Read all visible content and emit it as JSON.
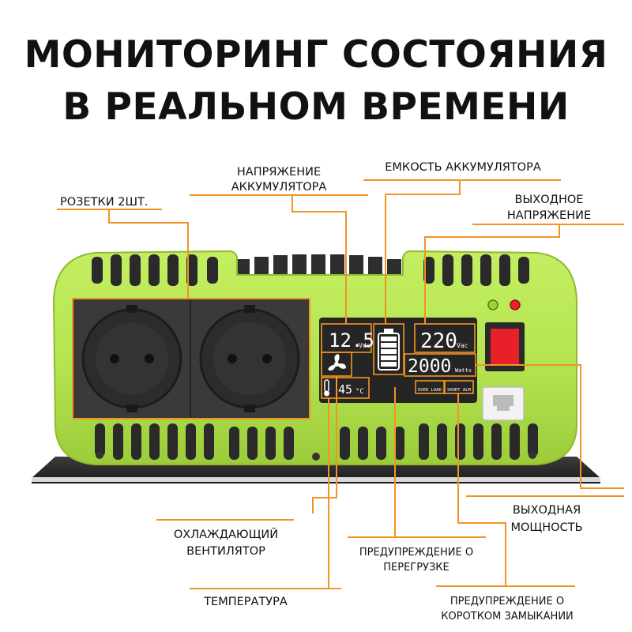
{
  "title": {
    "line1": "МОНИТОРИНГ СОСТОЯНИЯ",
    "line2": "В РЕАЛЬНОМ ВРЕМЕНИ"
  },
  "labels": {
    "sockets": "РОЗЕТКИ 2ШТ.",
    "battery_voltage_1": "НАПРЯЖЕНИЕ",
    "battery_voltage_2": "АККУМУЛЯТОРА",
    "battery_capacity": "ЕМКОСТЬ АККУМУЛЯТОРА",
    "output_voltage_1": "ВЫХОДНОЕ",
    "output_voltage_2": "НАПРЯЖЕНИЕ",
    "output_power_1": "ВЫХОДНАЯ",
    "output_power_2": "МОЩНОСТЬ",
    "cooling_fan_1": "ОХЛАЖДАЮЩИЙ",
    "cooling_fan_2": "ВЕНТИЛЯТОР",
    "overload_1": "ПРЕДУПРЕЖДЕНИЕ О",
    "overload_2": "ПЕРЕГРУЗКЕ",
    "temperature": "ТЕМПЕРАТУРА",
    "short_1": "ПРЕДУПРЕЖДЕНИЕ О",
    "short_2": "КОРОТКОМ ЗАМЫКАНИИ"
  },
  "display": {
    "battery_voltage": "12.5",
    "battery_voltage_unit": "Vdc",
    "output_voltage": "220",
    "output_voltage_unit": "Vac",
    "output_power": "2000",
    "output_power_unit": "Watts",
    "temperature": "45",
    "temperature_unit": "°C",
    "overload_tag": "OVER LOAD",
    "short_tag": "SHORT ALM"
  },
  "colors": {
    "accent_orange": "#f29423",
    "body_green": "#b5e550",
    "panel_dark": "#3a3a3a",
    "power_switch": "#e8202a"
  }
}
